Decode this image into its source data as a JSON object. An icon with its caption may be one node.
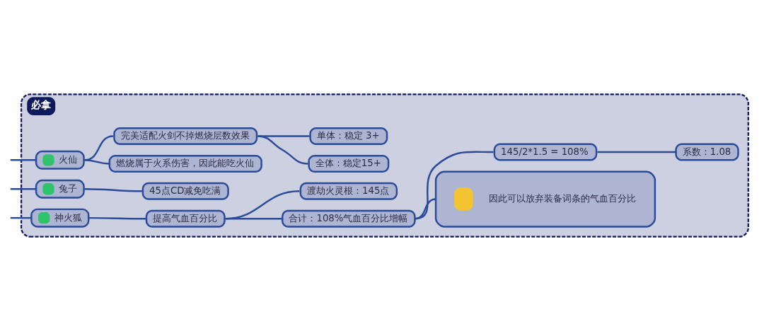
{
  "diagram": {
    "nodes": [
      {
        "text": [
          "必拿"
        ]
      },
      {
        "text": [
          "火仙"
        ],
        "in": 0
      },
      {
        "text": [
          "完美适配火剑不掉燃烧层数效果"
        ],
        "in": 0
      },
      {
        "text": [
          "单体：稳定 3+"
        ],
        "in": 0
      },
      {
        "text": [
          "全体：稳定15+"
        ],
        "in": 0
      },
      {
        "text": [
          "燃烧属于火系伤害，因此能吃火仙"
        ],
        "in": 0
      },
      {
        "text": [
          "兔子"
        ],
        "in": 0
      },
      {
        "text": [
          "45点CD减免吃满"
        ],
        "in": 0
      },
      {
        "text": [
          "神火狐"
        ],
        "in": 0
      },
      {
        "text": [
          "提高气血百分比"
        ],
        "in": 0
      },
      {
        "text": [
          "渡劫火灵根：145点"
        ],
        "in": 0
      },
      {
        "text": [
          "合计：108%气血百分比增幅"
        ],
        "in": 0
      },
      {
        "text": [
          "145/2*1.5 = 108%"
        ],
        "in": 0
      },
      {
        "text": [
          "系数：1.08"
        ],
        "in": 0
      },
      {
        "text": [
          "因此可以放弃装备词条的气血百分比"
        ],
        "in": 0
      }
    ],
    "edges": [
      {
        "from": null,
        "to": 1,
        "arrow": "none"
      },
      {
        "from": null,
        "to": 6,
        "arrow": "none"
      },
      {
        "from": null,
        "to": 8,
        "arrow": "none"
      },
      {
        "from": 1,
        "to": 2,
        "arrow": "none"
      },
      {
        "from": 2,
        "to": 3,
        "arrow": "none"
      },
      {
        "from": 2,
        "to": 4,
        "arrow": "none"
      },
      {
        "from": 1,
        "to": 5,
        "arrow": "none"
      },
      {
        "from": 6,
        "to": 7,
        "arrow": "none"
      },
      {
        "from": 8,
        "to": 9,
        "arrow": "none"
      },
      {
        "from": 9,
        "to": 10,
        "arrow": "none"
      },
      {
        "from": 9,
        "to": 11,
        "arrow": "none"
      },
      {
        "from": 11,
        "to": 12,
        "arrow": "none"
      },
      {
        "from": 12,
        "to": 13,
        "arrow": "none"
      },
      {
        "from": 11,
        "to": 14,
        "arrow": "none"
      }
    ]
  }
}
